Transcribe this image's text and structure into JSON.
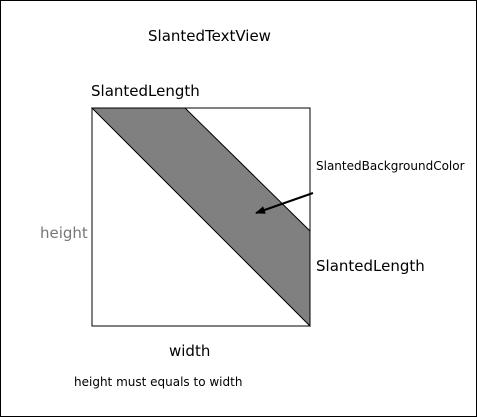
{
  "diagram": {
    "title": "SlantedTextView",
    "top_label": "SlantedLength",
    "right_label": "SlantedLength",
    "height_label": "height",
    "width_label": "width",
    "background_color_label": "SlantedBackgroundColor",
    "note": "height must equals to width"
  },
  "colors": {
    "slant_fill": "#808080",
    "stroke": "#000000",
    "height_label": "#777777"
  }
}
